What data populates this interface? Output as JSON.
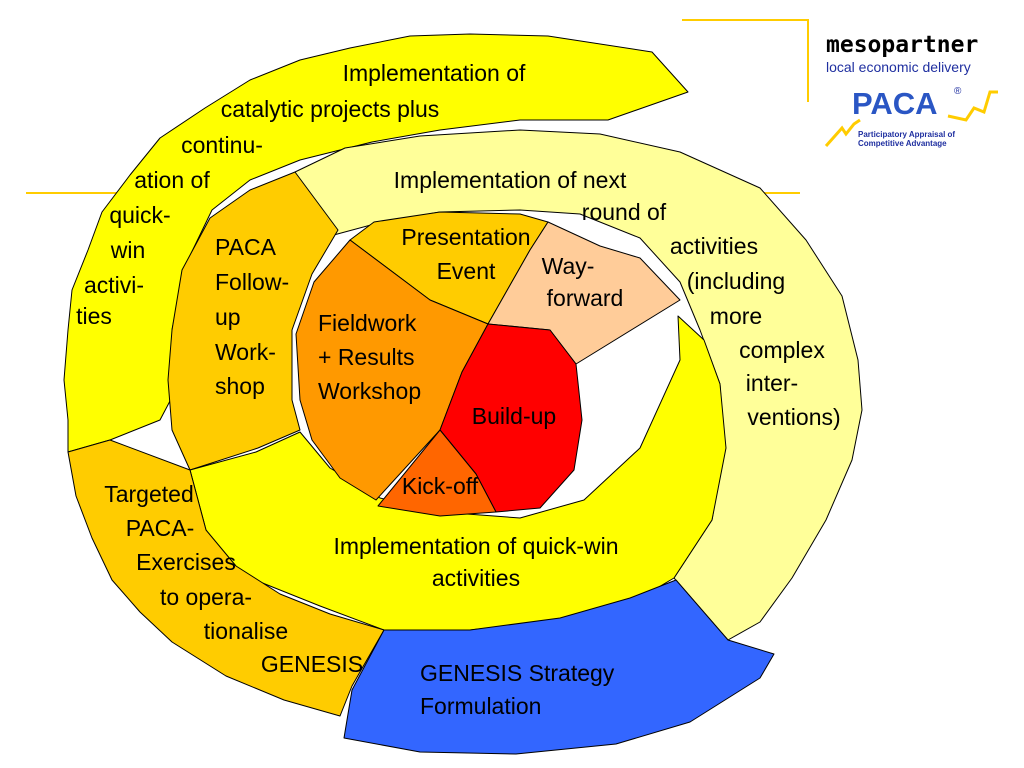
{
  "logo": {
    "company": "mesopartner",
    "tagline": "local economic delivery",
    "product": "PACA",
    "registered": "®",
    "product_sub_line1": "Participatory Appraisal of",
    "product_sub_line2": "Competitive Advantage"
  },
  "colors": {
    "outer_yellow": "#ffff00",
    "pale_yellow": "#ffff99",
    "orange_gold": "#ffcc00",
    "orange": "#ff9900",
    "peach": "#ffcc99",
    "red": "#ff0000",
    "dark_orange": "#ff6600",
    "blue": "#3366ff",
    "logo_accent": "#ffcc00"
  },
  "segments": {
    "outer_arm": [
      "Implementation of",
      "catalytic projects plus",
      "continu-",
      "ation of",
      "quick-",
      "win",
      "activi-",
      "ties"
    ],
    "next_round": [
      "Implementation of next",
      "round of",
      "activities",
      "(including",
      "more",
      "complex",
      "inter-",
      "ventions)"
    ],
    "targeted": [
      "Targeted",
      "PACA-",
      "Exercises",
      "to opera-",
      "tionalise",
      "GENESIS"
    ],
    "genesis": [
      "GENESIS Strategy",
      "Formulation"
    ],
    "quick_win": [
      "Implementation of quick-win",
      "activities"
    ],
    "followup": [
      "PACA",
      "Follow-",
      "up",
      "Work-",
      "shop"
    ],
    "fieldwork": [
      "Fieldwork",
      "+ Results",
      "Workshop"
    ],
    "presentation": [
      "Presentation",
      "Event"
    ],
    "way_forward": [
      "Way-",
      "forward"
    ],
    "build_up": [
      "Build-up"
    ],
    "kick_off": [
      "Kick-off"
    ]
  }
}
